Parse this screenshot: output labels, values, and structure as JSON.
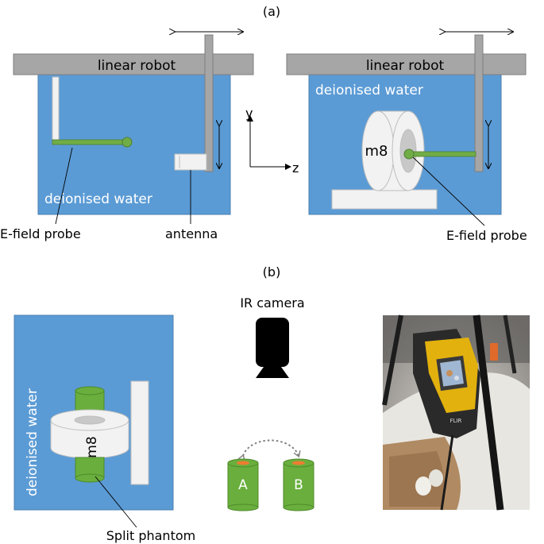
{
  "panel_a": {
    "label": "(a)",
    "left": {
      "robot_label": "linear robot",
      "water_label": "deionised water",
      "probe_label": "E-field probe",
      "antenna_label": "antenna"
    },
    "axes": {
      "y_label": "y",
      "z_label": "z"
    },
    "right": {
      "robot_label": "linear robot",
      "water_label": "deionised water",
      "coil_label": "m8",
      "probe_label": "E-field probe"
    }
  },
  "panel_b": {
    "label": "(b)",
    "tank": {
      "water_label": "deionised water",
      "coil_label": "m8",
      "phantom_label": "Split phantom"
    },
    "camera_label": "IR camera",
    "phantom_a_label": "A",
    "phantom_b_label": "B",
    "photo_device_text": "FLIR"
  },
  "colors": {
    "water": "#5b9bd5",
    "water_border": "#4a7fb0",
    "robot_gray": "#a6a6a6",
    "probe_green": "#70ad47",
    "phantom_green": "#6aaf3d",
    "marker_orange": "#ed7d31",
    "coil_fill": "#f2f2f2"
  }
}
